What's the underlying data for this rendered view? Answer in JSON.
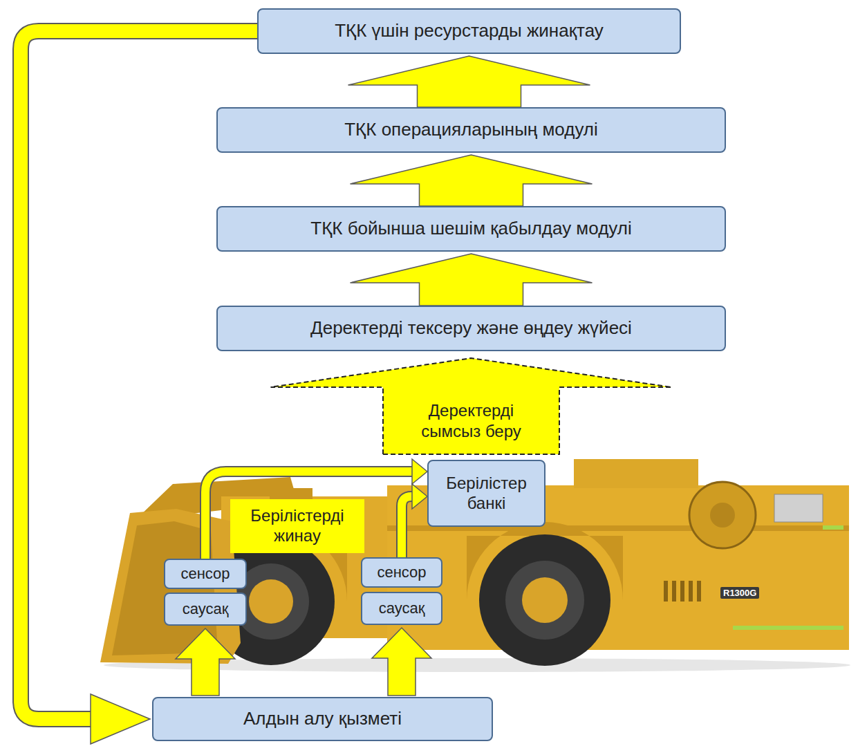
{
  "diagram": {
    "nodes": [
      {
        "text": [
          "ТҚК үшін ресурстарды жинақтау"
        ]
      },
      {
        "text": [
          "ТҚК операцияларының модулі"
        ]
      },
      {
        "text": [
          "ТҚК бойынша шешім қабылдау модулі"
        ]
      },
      {
        "text": [
          "Деректерді тексеру және өңдеу жүйесі"
        ]
      },
      {
        "text": [
          "Берілістер банкі"
        ]
      },
      {
        "text": [
          "Берілістерді жинау"
        ]
      },
      {
        "text": [
          "сенсор"
        ]
      },
      {
        "text": [
          "саусақ"
        ]
      },
      {
        "text": [
          "сенсор"
        ]
      },
      {
        "text": [
          "саусақ"
        ]
      },
      {
        "text": [
          "Алдын алу қызметі"
        ]
      }
    ],
    "edges": [
      {
        "from": 10,
        "to": 7,
        "arrow": "to"
      },
      {
        "from": 10,
        "to": 9,
        "arrow": "to"
      },
      {
        "from": 6,
        "to": 4,
        "arrow": "to"
      },
      {
        "from": 8,
        "to": 4,
        "arrow": "to"
      },
      {
        "from": 4,
        "to": 3,
        "label": "Деректерді сымсыз беру",
        "arrow": "to"
      },
      {
        "from": 3,
        "to": 2,
        "arrow": "to"
      },
      {
        "from": 2,
        "to": 1,
        "arrow": "to"
      },
      {
        "from": 1,
        "to": 0,
        "arrow": "to"
      },
      {
        "from": 0,
        "to": 10,
        "arrow": "to"
      }
    ],
    "labels": [
      "R1300G"
    ]
  }
}
